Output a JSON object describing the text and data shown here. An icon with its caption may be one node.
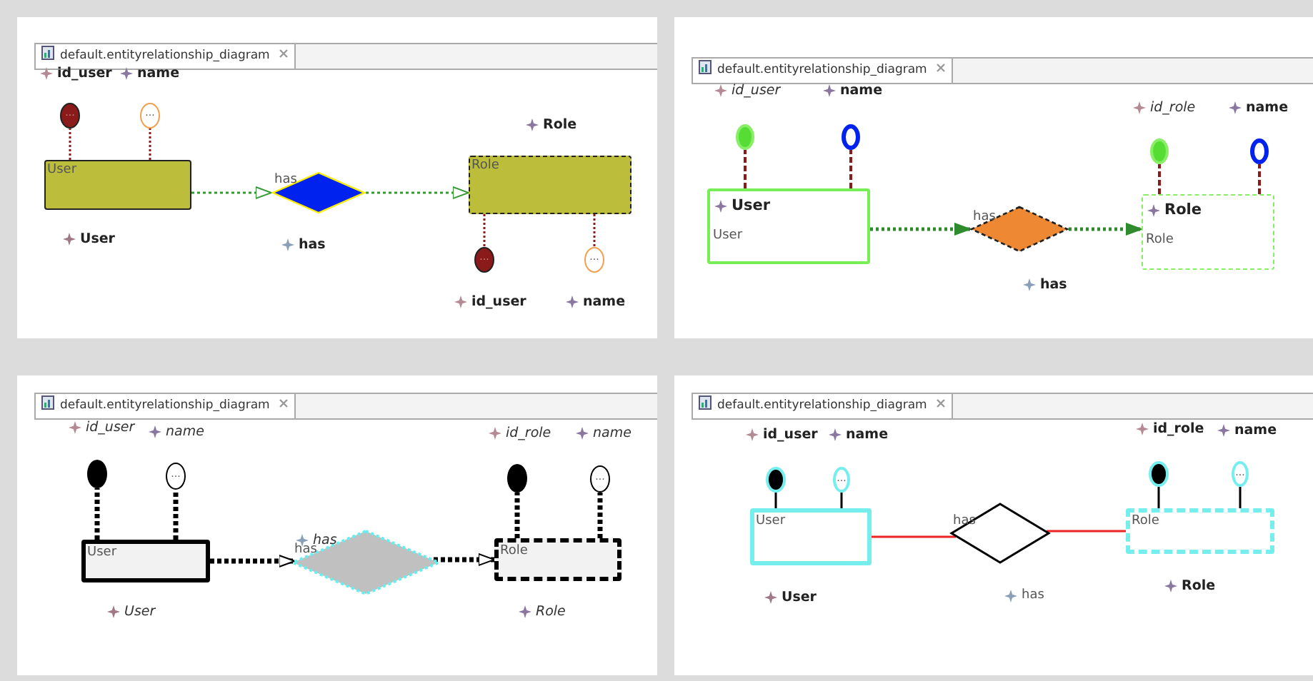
{
  "diagram": {
    "nodes": [
      {
        "text": [
          "default.entityrelationship_diagram"
        ]
      },
      {
        "text": [
          "..."
        ],
        "in": 0
      },
      {
        "text": [
          "..."
        ],
        "in": 0
      },
      {
        "text": [
          "User"
        ],
        "in": 0
      },
      {
        "text": [
          "has"
        ],
        "in": 0
      },
      {
        "text": [
          "Role"
        ],
        "in": 0
      },
      {
        "text": [
          "..."
        ],
        "in": 0
      },
      {
        "text": [
          "..."
        ],
        "in": 0
      },
      {
        "text": [
          "default.entityrelationship_diagram"
        ]
      },
      {
        "text": [],
        "shape": "ellipse",
        "in": 8
      },
      {
        "text": [],
        "shape": "ellipse",
        "in": 8
      },
      {
        "text": [],
        "shape": "ellipse",
        "in": 8
      },
      {
        "text": [],
        "shape": "ellipse",
        "in": 8
      },
      {
        "text": [
          "User",
          "User"
        ],
        "in": 8
      },
      {
        "text": [
          "has"
        ],
        "in": 8
      },
      {
        "text": [
          "Role",
          "Role"
        ],
        "in": 8
      },
      {
        "text": [
          "default.entityrelationship_diagram"
        ]
      },
      {
        "text": [],
        "shape": "ellipse",
        "in": 16
      },
      {
        "text": [
          "..."
        ],
        "in": 16
      },
      {
        "text": [],
        "shape": "ellipse",
        "in": 16
      },
      {
        "text": [
          "..."
        ],
        "in": 16
      },
      {
        "text": [
          "User"
        ],
        "in": 16
      },
      {
        "text": [
          "has"
        ],
        "in": 16
      },
      {
        "text": [
          "Role"
        ],
        "in": 16
      },
      {
        "text": [
          "default.entityrelationship_diagram"
        ]
      },
      {
        "text": [],
        "shape": "ellipse",
        "in": 24
      },
      {
        "text": [
          "..."
        ],
        "in": 24
      },
      {
        "text": [],
        "shape": "ellipse",
        "in": 24
      },
      {
        "text": [
          "..."
        ],
        "in": 24
      },
      {
        "text": [
          "User"
        ],
        "in": 24
      },
      {
        "text": [
          "has"
        ],
        "in": 24
      },
      {
        "text": [
          "Role"
        ],
        "in": 24
      }
    ],
    "edges": [
      {
        "from": 3,
        "to": 1,
        "arrow": "none",
        "style": "dashed",
        "color": "#8b1a1a"
      },
      {
        "from": 3,
        "to": 2,
        "arrow": "none",
        "style": "dashed",
        "color": "#8b1a1a"
      },
      {
        "from": 3,
        "to": 4,
        "arrow": "to",
        "style": "dashed",
        "color": "#339933"
      },
      {
        "from": 4,
        "to": 5,
        "arrow": "to",
        "style": "dashed",
        "color": "#339933"
      },
      {
        "from": 5,
        "to": 6,
        "arrow": "none",
        "style": "dashed",
        "color": "#8b1a1a"
      },
      {
        "from": 5,
        "to": 7,
        "arrow": "none",
        "style": "dashed",
        "color": "#8b1a1a"
      },
      {
        "from": 13,
        "to": 9,
        "arrow": "none",
        "style": "dashed",
        "color": "#8b1a1a"
      },
      {
        "from": 13,
        "to": 10,
        "arrow": "none",
        "style": "dashed",
        "color": "#8b1a1a"
      },
      {
        "from": 15,
        "to": 11,
        "arrow": "none",
        "style": "dashed",
        "color": "#8b1a1a"
      },
      {
        "from": 15,
        "to": 12,
        "arrow": "none",
        "style": "dashed",
        "color": "#8b1a1a"
      },
      {
        "from": 13,
        "to": 14,
        "arrow": "to",
        "style": "dashed",
        "color": "#2e8b2e"
      },
      {
        "from": 14,
        "to": 15,
        "arrow": "to",
        "style": "dashed",
        "color": "#2e8b2e"
      },
      {
        "from": 21,
        "to": 17,
        "arrow": "none",
        "style": "dashed",
        "color": "#000000"
      },
      {
        "from": 21,
        "to": 18,
        "arrow": "none",
        "style": "dashed",
        "color": "#000000"
      },
      {
        "from": 23,
        "to": 19,
        "arrow": "none",
        "style": "dashed",
        "color": "#000000"
      },
      {
        "from": 23,
        "to": 20,
        "arrow": "none",
        "style": "dashed",
        "color": "#000000"
      },
      {
        "from": 21,
        "to": 22,
        "arrow": "to",
        "style": "dashed",
        "color": "#000000"
      },
      {
        "from": 22,
        "to": 23,
        "arrow": "to",
        "style": "dashed",
        "color": "#000000"
      },
      {
        "from": 29,
        "to": 25,
        "arrow": "none",
        "color": "#000000"
      },
      {
        "from": 29,
        "to": 26,
        "arrow": "none",
        "color": "#000000"
      },
      {
        "from": 31,
        "to": 27,
        "arrow": "none",
        "color": "#000000"
      },
      {
        "from": 31,
        "to": 28,
        "arrow": "none",
        "color": "#000000"
      },
      {
        "from": 29,
        "to": 30,
        "arrow": "none",
        "color": "#ee2222"
      },
      {
        "from": 30,
        "to": 31,
        "arrow": "none",
        "color": "#ee2222"
      }
    ],
    "labels": [
      "id_user",
      "name",
      "Role",
      "User",
      "has",
      "id_user",
      "name",
      "id_user",
      "name",
      "id_role",
      "name",
      "has",
      "id_user",
      "name",
      "id_role",
      "name",
      "has",
      "User",
      "Role",
      "id_user",
      "name",
      "id_role",
      "name",
      "has",
      "User",
      "Role"
    ]
  }
}
